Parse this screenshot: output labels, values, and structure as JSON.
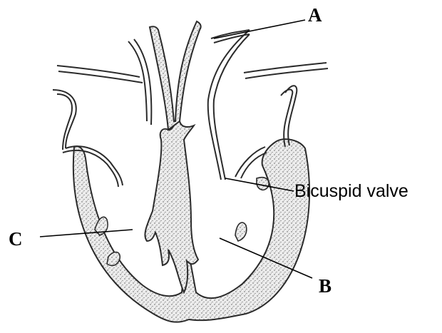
{
  "labels": {
    "a": "A",
    "b": "B",
    "c": "C",
    "bicuspid": "Bicuspid valve"
  },
  "colors": {
    "stroke": "#2b2b2b",
    "stipple": "#555555",
    "fill": "#e9e9e9"
  }
}
